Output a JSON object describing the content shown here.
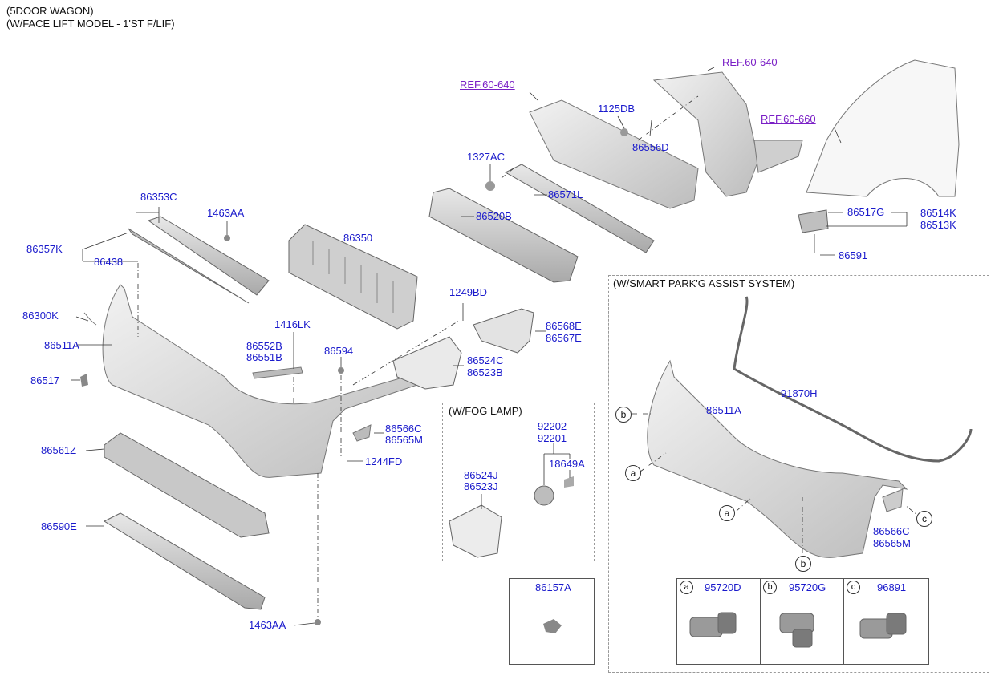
{
  "header": {
    "line1": "(5DOOR WAGON)",
    "line2": "(W/FACE LIFT MODEL - 1'ST F/LIF)"
  },
  "refs": {
    "ref_a": "REF.60-640",
    "ref_b": "REF.60-640",
    "ref_c": "REF.60-660"
  },
  "labels": {
    "p86353C": "86353C",
    "p1463AA_top": "1463AA",
    "p86357K": "86357K",
    "p86438": "86438",
    "p86350": "86350",
    "p86300K": "86300K",
    "p86511A": "86511A",
    "p86517": "86517",
    "p1416LK": "1416LK",
    "p86552B": "86552B",
    "p86551B": "86551B",
    "p86594": "86594",
    "p86561Z": "86561Z",
    "p86590E": "86590E",
    "p1463AA_bottom": "1463AA",
    "p86566C": "86566C",
    "p86565M": "86565M",
    "p1244FD": "1244FD",
    "p1249BD": "1249BD",
    "p86568E": "86568E",
    "p86567E": "86567E",
    "p86524C": "86524C",
    "p86523B": "86523B",
    "p1327AC": "1327AC",
    "p86520B": "86520B",
    "p86571L": "86571L",
    "p1125DB": "1125DB",
    "p86556D": "86556D",
    "p86517G": "86517G",
    "p86514K": "86514K",
    "p86513K": "86513K",
    "p86591": "86591"
  },
  "fog_lamp": {
    "title": "(W/FOG LAMP)",
    "p92202": "92202",
    "p92201": "92201",
    "p18649A": "18649A",
    "p86524J": "86524J",
    "p86523J": "86523J"
  },
  "clip_box": {
    "part": "86157A"
  },
  "spas": {
    "title": "(W/SMART PARK'G ASSIST SYSTEM)",
    "p91870H": "91870H",
    "p86511A": "86511A",
    "p86566C": "86566C",
    "p86565M": "86565M",
    "callout_a": "a",
    "callout_b": "b",
    "callout_c": "c",
    "sensors": [
      {
        "letter": "a",
        "part": "95720D"
      },
      {
        "letter": "b",
        "part": "95720G"
      },
      {
        "letter": "c",
        "part": "96891"
      }
    ]
  },
  "colors": {
    "part_number": "#1a1acc",
    "reference": "#7a1fc6",
    "part_fill": "#d9d9d9",
    "outline": "#6b6b6b"
  }
}
